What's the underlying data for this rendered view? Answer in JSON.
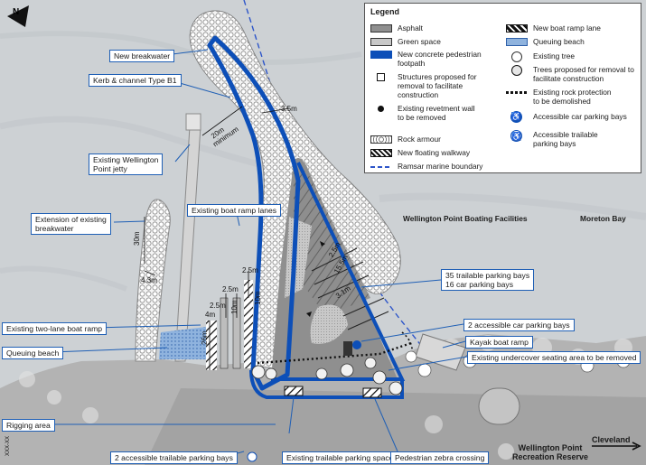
{
  "north_label": "N",
  "legend": {
    "title": "Legend",
    "items": [
      {
        "label": "Asphalt",
        "swatch": "asphalt"
      },
      {
        "label": "Green space",
        "swatch": "green"
      },
      {
        "label": "New concrete pedestrian\nfootpath",
        "swatch": "footpath"
      },
      {
        "label": "Structures proposed for\nremoval to facilitate\nconstruction",
        "swatch": "structure"
      },
      {
        "label": "Existing revetment wall\nto be removed",
        "swatch": "revetment"
      },
      {
        "label": "Rock armour",
        "swatch": "rock"
      },
      {
        "label": "New floating walkway",
        "swatch": "walkway"
      },
      {
        "label": "Ramsar marine boundary",
        "swatch": "ramsar"
      },
      {
        "label": "New boat ramp lane",
        "swatch": "ramp"
      },
      {
        "label": "Queuing beach",
        "swatch": "queuing"
      },
      {
        "label": "Existing tree",
        "swatch": "tree"
      },
      {
        "label": "Trees proposed for removal to\nfacilitate construction",
        "swatch": "tree-remove"
      },
      {
        "label": "Existing rock protection\nto be demolished",
        "swatch": "rock-protect"
      },
      {
        "label": "Accessible car parking bays",
        "swatch": "acc-car"
      },
      {
        "label": "Accessible trailable\nparking bays",
        "swatch": "acc-trailer"
      }
    ]
  },
  "callouts": {
    "new_breakwater": "New breakwater",
    "kerb_channel": "Kerb & channel Type B1",
    "existing_jetty": "Existing Wellington\nPoint jetty",
    "extension_breakwater": "Extension of existing\nbreakwater",
    "boat_ramp_lanes": "Existing boat ramp lanes",
    "two_lane_ramp": "Existing two-lane boat ramp",
    "queuing_beach": "Queuing beach",
    "rigging_area": "Rigging area",
    "trailable_bays_2": "2 accessible trailable parking bays",
    "trailable_spaces": "Existing trailable parking spaces",
    "zebra": "Pedestrian zebra crossing",
    "parking_bays": "35 trailable parking bays\n16 car parking bays",
    "car_bays_2": "2 accessible car parking bays",
    "kayak": "Kayak boat ramp",
    "seating": "Existing undercover seating area to be removed"
  },
  "map_labels": {
    "facilities": "Wellington Point Boating Facilities",
    "moreton_bay": "Moreton Bay",
    "reserve": "Wellington Point\nRecreation Reserve",
    "cleveland": "Cleveland"
  },
  "dimensions": {
    "d20m": "20m",
    "minimum": "minimum",
    "d3_5m": "3.5m",
    "d30m": "30m",
    "d4_3m": "4.3m",
    "d2_5m_a": "2.5m",
    "d2_5m_b": "2.5m",
    "d2_5m_c": "2.5m",
    "d4m": "4m",
    "d26m": "26m",
    "d10m_a": "10m",
    "d10m_b": "10m",
    "d15_5m": "15.5m",
    "d2_5m_d": "2.5m",
    "d3_1m": "3.1m"
  },
  "code_label": "XXX-XX",
  "colors": {
    "water": "#cdd1d4",
    "asphalt": "#8f8f8f",
    "footpath": "#0d4fb8",
    "callout_border": "#1f5fb5",
    "queuing": "#7fa7d6",
    "ramsar": "#2d55c9"
  }
}
